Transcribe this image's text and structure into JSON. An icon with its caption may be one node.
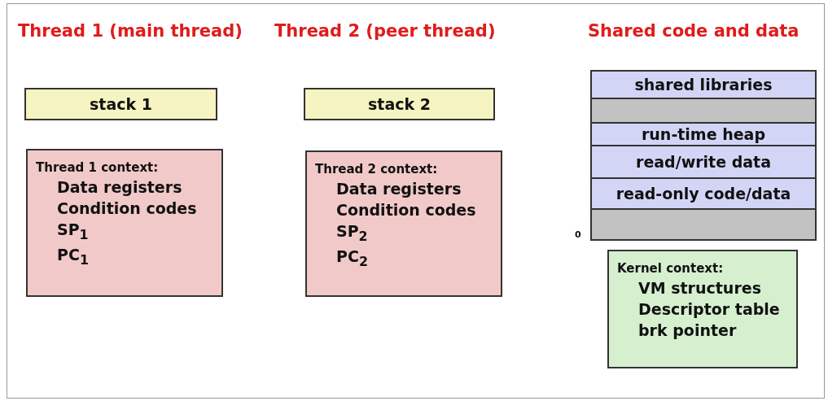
{
  "diagram": {
    "nodes": [
      {
        "text": [
          "stack 1"
        ]
      },
      {
        "text": [
          "Thread 1 context:",
          "Data registers",
          "Condition codes",
          "SP$_{1}$",
          "PC$_{1}$"
        ]
      },
      {
        "text": [
          "stack 2"
        ]
      },
      {
        "text": [
          "Thread 2 context:",
          "Data registers",
          "Condition codes",
          "SP$_{2}$",
          "PC$_{2}$"
        ]
      },
      {
        "text": [
          "shared libraries"
        ]
      },
      {
        "text": [],
        "shape": "box"
      },
      {
        "text": [
          "run-time heap"
        ]
      },
      {
        "text": [
          "read/write data"
        ]
      },
      {
        "text": [
          "read-only code/data"
        ]
      },
      {
        "text": [],
        "shape": "box"
      },
      {
        "text": [
          "Kernel context:",
          "VM structures",
          "Descriptor table",
          "brk pointer"
        ]
      }
    ],
    "edges": [],
    "labels": [
      "Thread 1 (main thread)",
      "Thread 2 (peer thread)",
      "Shared code and data",
      "0"
    ]
  }
}
